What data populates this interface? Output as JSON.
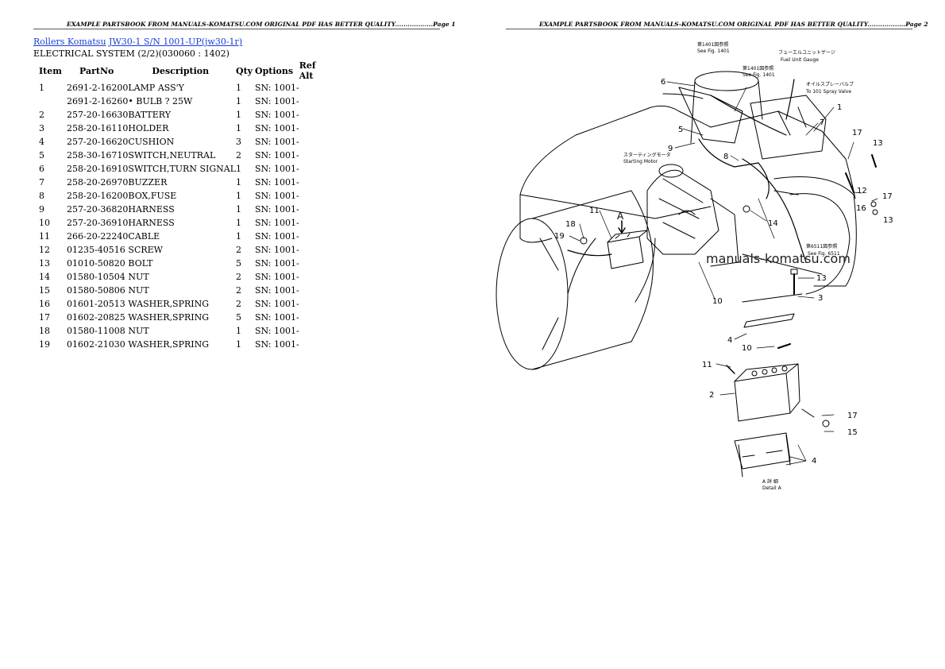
{
  "pages": [
    {
      "header": "EXAMPLE PARTSBOOK FROM MANUALS-KOMATSU.COM ORIGINAL PDF HAS BETTER QUALITY..................Page 1"
    },
    {
      "header": "EXAMPLE PARTSBOOK FROM MANUALS-KOMATSU.COM ORIGINAL PDF HAS BETTER QUALITY..................Page 2"
    }
  ],
  "breadcrumb": {
    "link1": "Rollers Komatsu",
    "link2": "JW30-1 S/N 1001-UP(jw30-1r)"
  },
  "system_title": "ELECTRICAL SYSTEM (2/2)(030060 : 1402)",
  "table": {
    "headers": [
      "Item",
      "PartNo",
      "Description",
      "Qty",
      "Options",
      "Ref Alt"
    ],
    "rows": [
      {
        "item": "1",
        "part": "2691-2-16200",
        "desc": "LAMP ASS'Y",
        "qty": "1",
        "opt": "SN: 1001-"
      },
      {
        "item": "",
        "part": "2691-2-16260",
        "desc": "• BULB ? 25W",
        "qty": "1",
        "opt": "SN: 1001-"
      },
      {
        "item": "2",
        "part": "257-20-16630",
        "desc": "BATTERY",
        "qty": "1",
        "opt": "SN: 1001-"
      },
      {
        "item": "3",
        "part": "258-20-16110",
        "desc": "HOLDER",
        "qty": "1",
        "opt": "SN: 1001-"
      },
      {
        "item": "4",
        "part": "257-20-16620",
        "desc": "CUSHION",
        "qty": "3",
        "opt": "SN: 1001-"
      },
      {
        "item": "5",
        "part": "258-30-16710",
        "desc": "SWITCH,NEUTRAL",
        "qty": "2",
        "opt": "SN: 1001-"
      },
      {
        "item": "6",
        "part": "258-20-16910",
        "desc": "SWITCH,TURN SIGNAL",
        "qty": "1",
        "opt": "SN: 1001-"
      },
      {
        "item": "7",
        "part": "258-20-26970",
        "desc": "BUZZER",
        "qty": "1",
        "opt": "SN: 1001-"
      },
      {
        "item": "8",
        "part": "258-20-16200",
        "desc": "BOX,FUSE",
        "qty": "1",
        "opt": "SN: 1001-"
      },
      {
        "item": "9",
        "part": "257-20-36820",
        "desc": "HARNESS",
        "qty": "1",
        "opt": "SN: 1001-"
      },
      {
        "item": "10",
        "part": "257-20-36910",
        "desc": "HARNESS",
        "qty": "1",
        "opt": "SN: 1001-"
      },
      {
        "item": "11",
        "part": "266-20-22240",
        "desc": "CABLE",
        "qty": "1",
        "opt": "SN: 1001-"
      },
      {
        "item": "12",
        "part": "01235-40516",
        "desc": "SCREW",
        "qty": "2",
        "opt": "SN: 1001-"
      },
      {
        "item": "13",
        "part": "01010-50820",
        "desc": "BOLT",
        "qty": "5",
        "opt": "SN: 1001-"
      },
      {
        "item": "14",
        "part": "01580-10504",
        "desc": "NUT",
        "qty": "2",
        "opt": "SN: 1001-"
      },
      {
        "item": "15",
        "part": "01580-50806",
        "desc": "NUT",
        "qty": "2",
        "opt": "SN: 1001-"
      },
      {
        "item": "16",
        "part": "01601-20513",
        "desc": "WASHER,SPRING",
        "qty": "2",
        "opt": "SN: 1001-"
      },
      {
        "item": "17",
        "part": "01602-20825",
        "desc": "WASHER,SPRING",
        "qty": "5",
        "opt": "SN: 1001-"
      },
      {
        "item": "18",
        "part": "01580-11008",
        "desc": "NUT",
        "qty": "1",
        "opt": "SN: 1001-"
      },
      {
        "item": "19",
        "part": "01602-21030",
        "desc": "WASHER,SPRING",
        "qty": "1",
        "opt": "SN: 1001-"
      }
    ]
  },
  "diagram": {
    "watermark": "manuals-komatsu.com",
    "callouts": [
      "1",
      "2",
      "3",
      "4",
      "5",
      "6",
      "7",
      "8",
      "9",
      "10",
      "11",
      "12",
      "13",
      "14",
      "15",
      "16",
      "17",
      "18",
      "19",
      "A"
    ],
    "notes": {
      "ref1401a": "第1401図参照",
      "ref1401a_en": "See Fig. 1401",
      "ref1401b": "第1401図参照",
      "ref1401b_en": "See Fig. 1401",
      "fuel_unit_jp": "フューエルユニットゲージ",
      "fuel_unit_en": "Fuel Unit Gauge",
      "spray_valve_jp": "オイルスプレーバルブ",
      "spray_valve_en": "To 101 Spray Valve",
      "starting_motor_jp": "スターティングモータ",
      "starting_motor_en": "Starting Motor",
      "ref6511": "第6511図参照",
      "ref6511_en": "See Fig. 6511",
      "detail_jp": "A 詳 細",
      "detail_en": "Detail A"
    }
  }
}
